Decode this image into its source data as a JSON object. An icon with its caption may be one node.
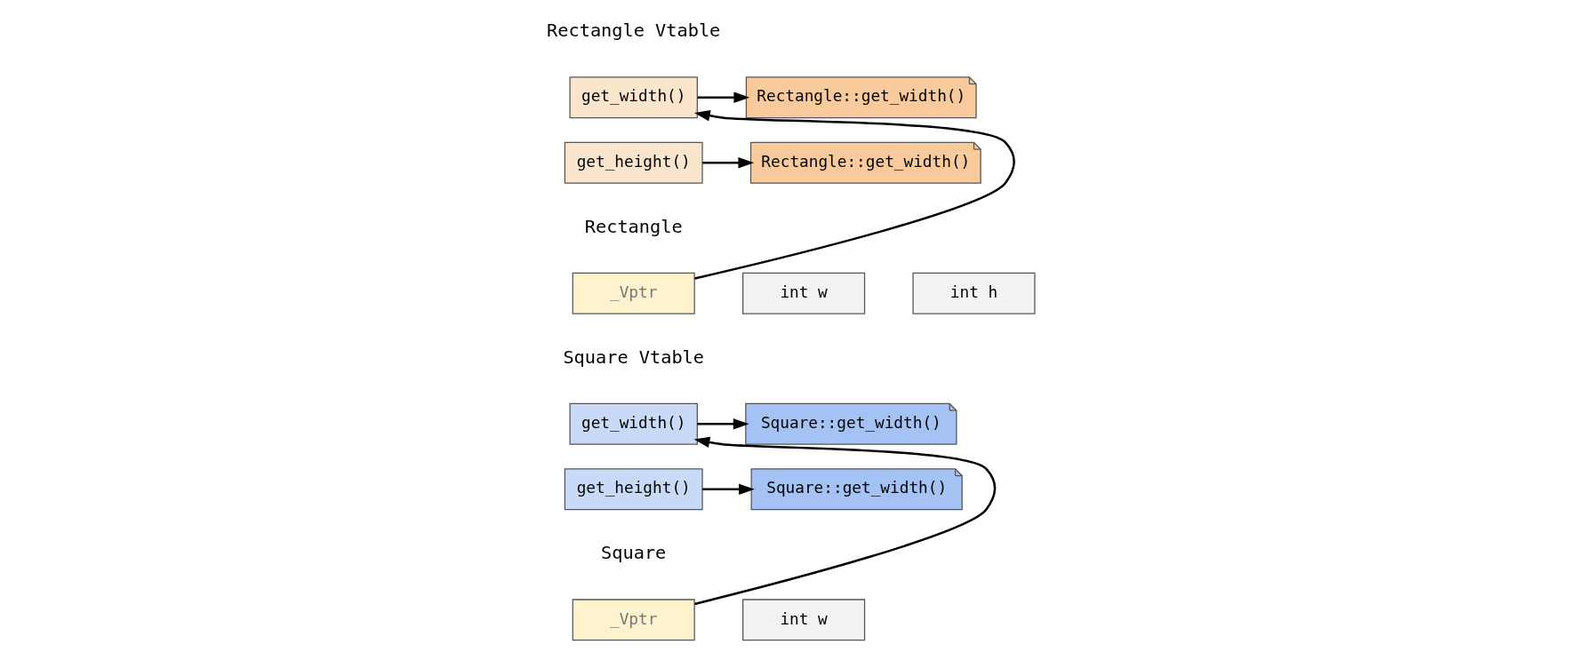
{
  "diagram": {
    "nodes": [
      {
        "text": [
          "get_width()"
        ]
      },
      {
        "text": [
          "get_height()"
        ]
      },
      {
        "text": [
          "Rectangle::get_width()"
        ]
      },
      {
        "text": [
          "Rectangle::get_width()"
        ]
      },
      {
        "text": [
          "_Vptr"
        ]
      },
      {
        "text": [
          "int w"
        ]
      },
      {
        "text": [
          "int h"
        ]
      },
      {
        "text": [
          "get_width()"
        ]
      },
      {
        "text": [
          "get_height()"
        ]
      },
      {
        "text": [
          "Square::get_width()"
        ]
      },
      {
        "text": [
          "Square::get_width()"
        ]
      },
      {
        "text": [
          "_Vptr"
        ]
      },
      {
        "text": [
          "int w"
        ]
      }
    ],
    "edges": [
      {
        "from": 0,
        "to": 2,
        "arrow": "to"
      },
      {
        "from": 1,
        "to": 3,
        "arrow": "to"
      },
      {
        "from": 4,
        "to": 0,
        "arrow": "to"
      },
      {
        "from": 7,
        "to": 9,
        "arrow": "to"
      },
      {
        "from": 8,
        "to": 10,
        "arrow": "to"
      },
      {
        "from": 11,
        "to": 7,
        "arrow": "to"
      }
    ],
    "labels": [
      "Rectangle Vtable",
      "Rectangle",
      "Square Vtable",
      "Square"
    ]
  }
}
